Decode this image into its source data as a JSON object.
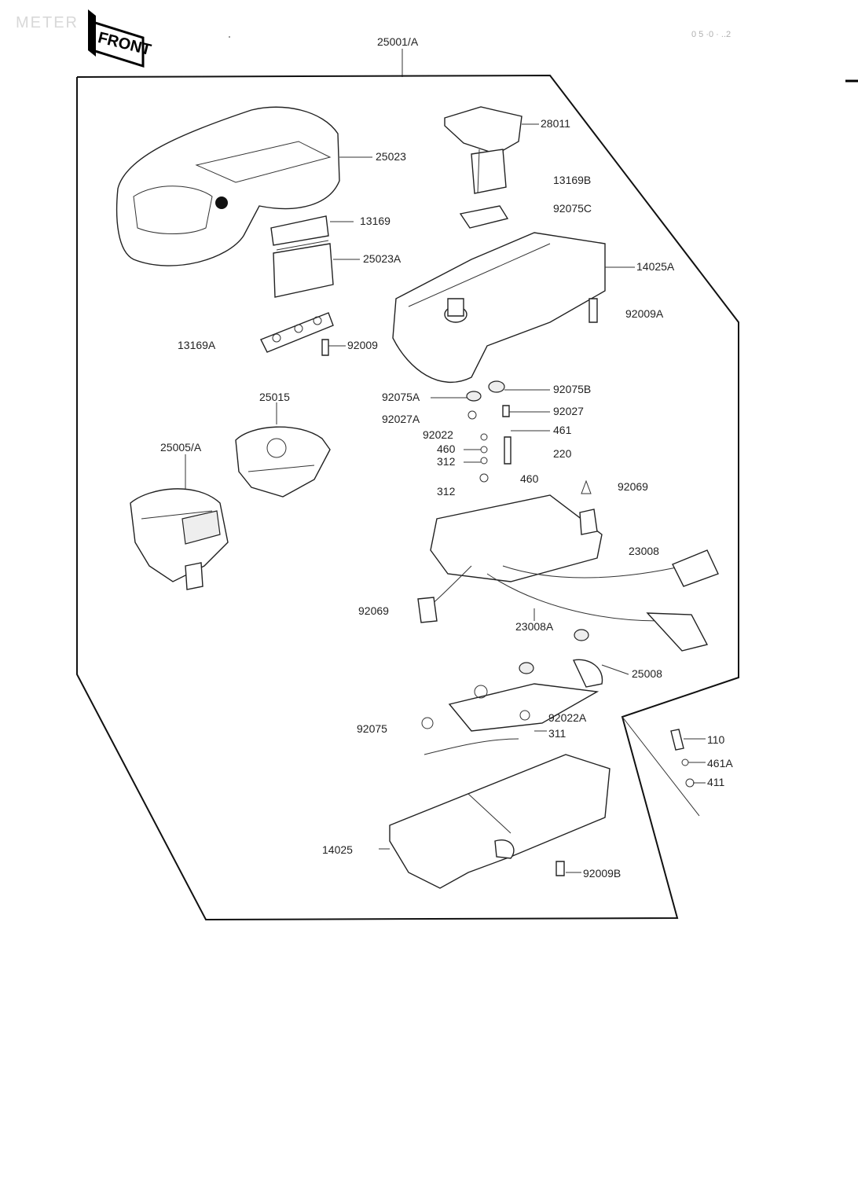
{
  "header": {
    "title": "METER",
    "front_badge": "FRONT",
    "assembly_label": "25001/A",
    "ref_code": "0 5 ·0 · ..2"
  },
  "callouts": [
    {
      "id": "c-28011",
      "text": "28011"
    },
    {
      "id": "c-25023",
      "text": "25023"
    },
    {
      "id": "c-13169b",
      "text": "13169B"
    },
    {
      "id": "c-92075c",
      "text": "92075C"
    },
    {
      "id": "c-13169",
      "text": "13169"
    },
    {
      "id": "c-25023a",
      "text": "25023A"
    },
    {
      "id": "c-14025a",
      "text": "14025A"
    },
    {
      "id": "c-92009a",
      "text": "92009A"
    },
    {
      "id": "c-13169a",
      "text": "13169A"
    },
    {
      "id": "c-92009",
      "text": "92009"
    },
    {
      "id": "c-25015",
      "text": "25015"
    },
    {
      "id": "c-92075a",
      "text": "92075A"
    },
    {
      "id": "c-92075b",
      "text": "92075B"
    },
    {
      "id": "c-92027a",
      "text": "92027A"
    },
    {
      "id": "c-92027",
      "text": "92027"
    },
    {
      "id": "c-92022",
      "text": "92022"
    },
    {
      "id": "c-461",
      "text": "461"
    },
    {
      "id": "c-25005a",
      "text": "25005/A"
    },
    {
      "id": "c-460",
      "text": "460"
    },
    {
      "id": "c-220",
      "text": "220"
    },
    {
      "id": "c-312",
      "text": "312"
    },
    {
      "id": "c-312b",
      "text": "312"
    },
    {
      "id": "c-460b",
      "text": "460"
    },
    {
      "id": "c-92069",
      "text": "92069"
    },
    {
      "id": "c-23008",
      "text": "23008"
    },
    {
      "id": "c-92069b",
      "text": "92069"
    },
    {
      "id": "c-23008a",
      "text": "23008A"
    },
    {
      "id": "c-25008",
      "text": "25008"
    },
    {
      "id": "c-92075",
      "text": "92075"
    },
    {
      "id": "c-92022a",
      "text": "92022A"
    },
    {
      "id": "c-311",
      "text": "311"
    },
    {
      "id": "c-110",
      "text": "110"
    },
    {
      "id": "c-461a",
      "text": "461A"
    },
    {
      "id": "c-411",
      "text": "411"
    },
    {
      "id": "c-14025",
      "text": "14025"
    },
    {
      "id": "c-92009b",
      "text": "92009B"
    }
  ]
}
